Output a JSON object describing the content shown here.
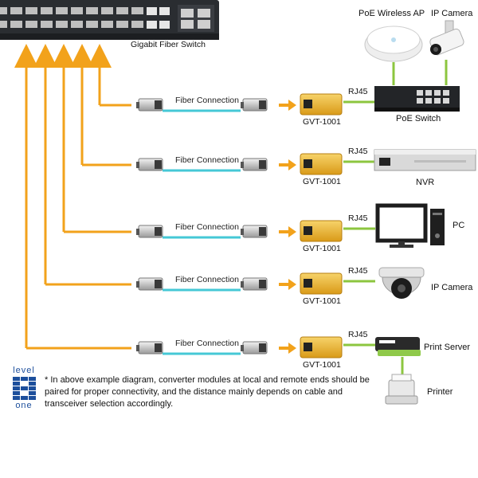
{
  "switch_label": "Gigabit Fiber Switch",
  "fiber_label": "Fiber Connection",
  "converter_label": "GVT-1001",
  "rj45_label": "RJ45",
  "top_devices": {
    "poe_wireless_ap": "PoE Wireless AP",
    "ip_camera": "IP Camera"
  },
  "rows": [
    {
      "device": "PoE Switch"
    },
    {
      "device": "NVR"
    },
    {
      "device": "PC"
    },
    {
      "device": "IP Camera"
    },
    {
      "device": "Print Server"
    }
  ],
  "printer_label": "Printer",
  "footnote": "* In above example diagram, converter modules at local and remote ends should be paired for proper connectivity, and the distance mainly depends on cable and transceiver selection accordingly.",
  "logo": {
    "top": "level",
    "bottom": "one"
  },
  "colors": {
    "orange": "#f2a21b",
    "fiber": "#45c8d6",
    "rj45": "#8cc63f",
    "converter": "#e9b43a"
  }
}
